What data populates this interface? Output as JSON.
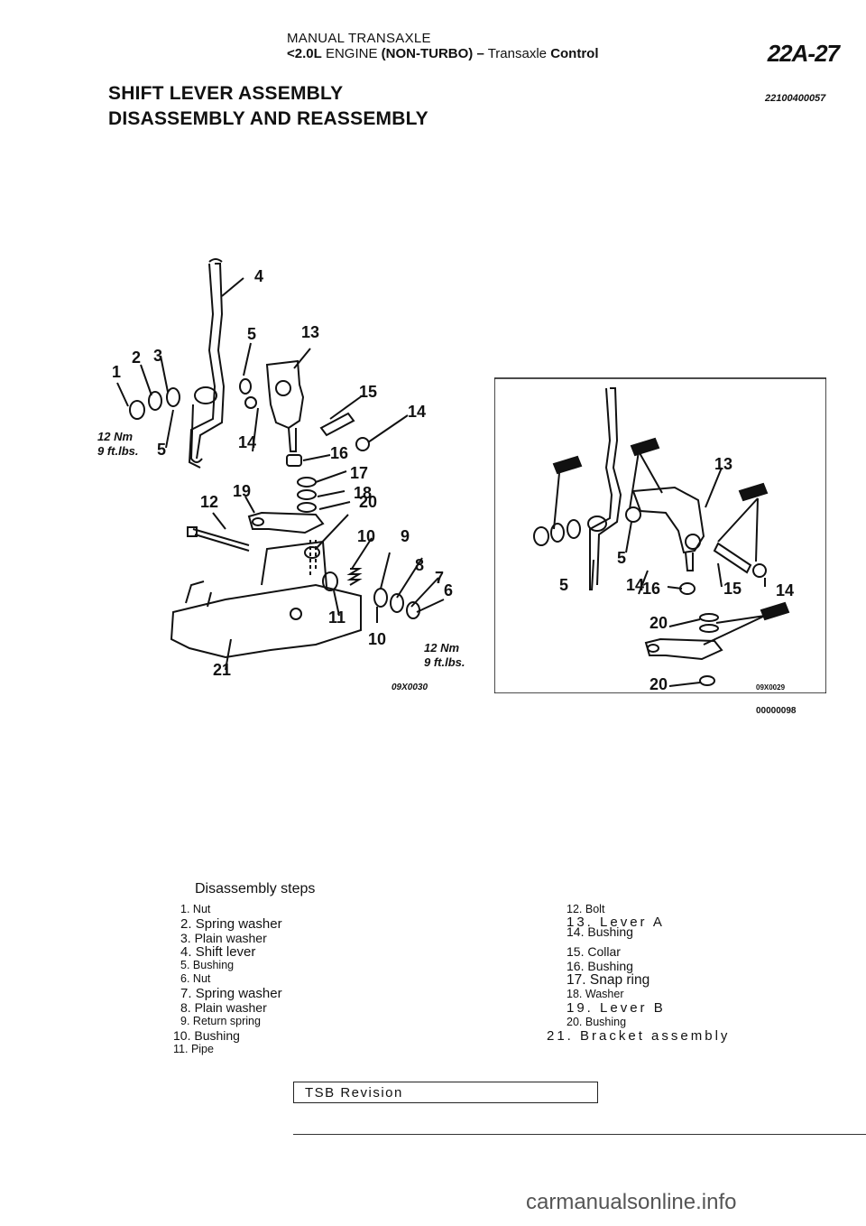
{
  "header": {
    "line1": "MANUAL TRANSAXLE",
    "engine_prefix": "<2.0L",
    "engine_label": "ENGINE",
    "engine_type": "(NON-TURBO) –",
    "section": "Transaxle",
    "section_bold": "Control",
    "page_number": "22A-27"
  },
  "titles": {
    "line1": "SHIFT LEVER ASSEMBLY",
    "line2": "DISASSEMBLY AND REASSEMBLY",
    "doc_code": "22100400057"
  },
  "diagram_left": {
    "labels": [
      "1",
      "2",
      "3",
      "4",
      "5",
      "5",
      "13",
      "15",
      "14",
      "14",
      "16",
      "17",
      "18",
      "19",
      "12",
      "20",
      "10",
      "9",
      "8",
      "7",
      "6",
      "11",
      "10",
      "21"
    ],
    "torque_top": [
      "12 Nm",
      "9 ft.lbs."
    ],
    "torque_bottom": [
      "12 Nm",
      "9 ft.lbs."
    ],
    "figure_code": "09X0030"
  },
  "diagram_right": {
    "labels": [
      "13",
      "5",
      "5",
      "14",
      "16",
      "15",
      "14",
      "20",
      "20"
    ],
    "figure_code": "09X0029",
    "ref_code": "00000098"
  },
  "steps": {
    "title": "Disassembly   steps",
    "left": [
      {
        "num": "1.",
        "text": "Nut"
      },
      {
        "num": "2.",
        "text": "Spring washer"
      },
      {
        "num": "3.",
        "text": "Plain  washer"
      },
      {
        "num": "4.",
        "text": "Shift lever"
      },
      {
        "num": "5.",
        "text": "Bushing"
      },
      {
        "num": "6.",
        "text": "Nut"
      },
      {
        "num": "7.",
        "text": "Spring washer"
      },
      {
        "num": "8.",
        "text": "Plain  washer"
      },
      {
        "num": "9.",
        "text": "Return  spring"
      },
      {
        "num": "10.",
        "text": "Bushing"
      },
      {
        "num": "11.",
        "text": "Pipe"
      }
    ],
    "right": [
      {
        "num": "12.",
        "text": "Bolt"
      },
      {
        "num": "13.",
        "text": "Lever    A"
      },
      {
        "num": "14.",
        "text": "Bushing"
      },
      {
        "num": "15.",
        "text": "Collar"
      },
      {
        "num": "16.",
        "text": "Bushing"
      },
      {
        "num": "17.",
        "text": "Snap ring"
      },
      {
        "num": "18.",
        "text": "Washer"
      },
      {
        "num": "19.",
        "text": "Lever B"
      },
      {
        "num": "20.",
        "text": "Bushing"
      },
      {
        "num": "21.",
        "text": "Bracket assembly"
      }
    ]
  },
  "footer": {
    "tsb": "TSB  Revision",
    "watermark": "carmanualsonline.info"
  }
}
